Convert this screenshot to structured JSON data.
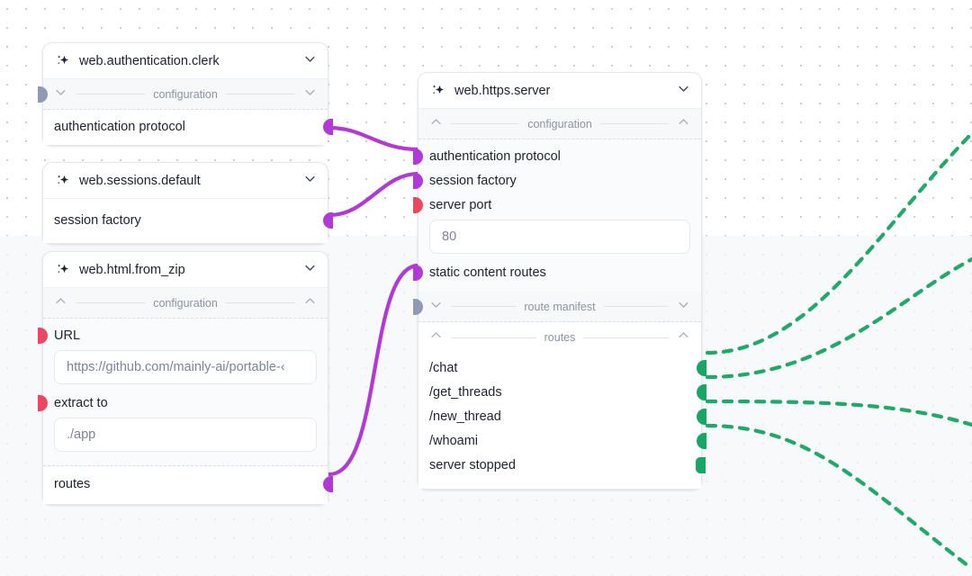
{
  "app": {
    "canvas_name": "node-graph-canvas",
    "background": "dot-grid",
    "colors": {
      "port_connected": "#b13ad6",
      "port_required": "#ec4662",
      "port_output": "#16a765",
      "port_section": "#8f9bb3",
      "edge_purple": "#b13ad6",
      "edge_green": "#16a765",
      "node_bg": "#ffffff",
      "node_border": "#e4e7ec"
    }
  },
  "nodes": [
    {
      "id": "clerk",
      "icon": "sparkle-icon",
      "title": "web.authentication.clerk",
      "collapse_icon": "chevron-down-icon",
      "sections": [
        {
          "label": "configuration",
          "left_icon": "chevron-down-icon",
          "right_icon": "chevron-down-icon",
          "port": "gray"
        }
      ],
      "fields": [
        {
          "label": "authentication protocol",
          "port": "purple",
          "side": "out"
        }
      ]
    },
    {
      "id": "sessions",
      "icon": "sparkle-icon",
      "title": "web.sessions.default",
      "collapse_icon": "chevron-down-icon",
      "sections": [],
      "fields": [
        {
          "label": "session factory",
          "port": "purple",
          "side": "out"
        }
      ]
    },
    {
      "id": "fromzip",
      "icon": "sparkle-icon",
      "title": "web.html.from_zip",
      "collapse_icon": "chevron-down-icon",
      "sections": [
        {
          "label": "configuration",
          "left_icon": "chevron-up-icon",
          "right_icon": "chevron-up-icon",
          "port": "none"
        }
      ],
      "fields": [
        {
          "label": "URL",
          "port": "red",
          "side": "in"
        },
        {
          "label": "extract to",
          "port": "red",
          "side": "in"
        },
        {
          "label": "routes",
          "port": "purple",
          "side": "out"
        }
      ],
      "inputs": [
        {
          "name": "url-input",
          "value": "https://github.com/mainly-ai/portable-‹"
        },
        {
          "name": "extract-to-input",
          "value": "./app"
        }
      ]
    },
    {
      "id": "server",
      "icon": "sparkle-icon",
      "title": "web.https.server",
      "collapse_icon": "chevron-down-icon",
      "sections": [
        {
          "label": "configuration",
          "left_icon": "chevron-up-icon",
          "right_icon": "chevron-up-icon",
          "port": "none"
        },
        {
          "label": "route manifest",
          "left_icon": "chevron-down-icon",
          "right_icon": "chevron-down-icon",
          "port": "gray"
        },
        {
          "label": "routes",
          "left_icon": "chevron-up-icon",
          "right_icon": "chevron-up-icon",
          "port": "none"
        }
      ],
      "fields": [
        {
          "label": "authentication protocol",
          "port": "purple",
          "side": "in"
        },
        {
          "label": "session factory",
          "port": "purple",
          "side": "in"
        },
        {
          "label": "server port",
          "port": "red",
          "side": "in"
        },
        {
          "label": "static content routes",
          "port": "purple",
          "side": "in"
        }
      ],
      "inputs": [
        {
          "name": "server-port-input",
          "value": "80"
        }
      ],
      "routes": [
        {
          "label": "/chat",
          "port": "green"
        },
        {
          "label": "/get_threads",
          "port": "green"
        },
        {
          "label": "/new_thread",
          "port": "green"
        },
        {
          "label": "/whoami",
          "port": "green"
        },
        {
          "label": "server stopped",
          "port": "green"
        }
      ]
    }
  ]
}
